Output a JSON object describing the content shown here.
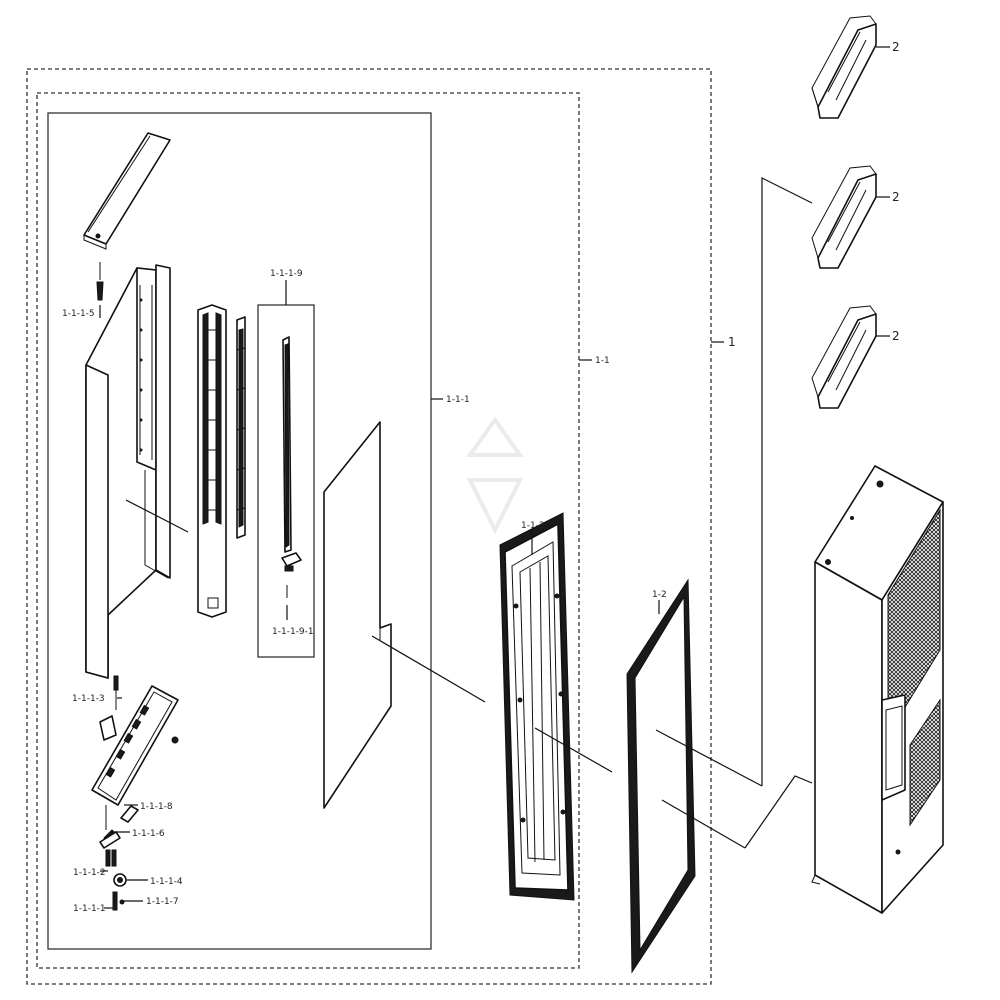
{
  "labels": {
    "assembly": "1",
    "door_assembly": "1-1",
    "door_inner": "1-1-1",
    "liner": "1-1-2",
    "gasket": "1-2",
    "bin_a": "2",
    "bin_b": "2",
    "bin_c": "2",
    "group_9": "1-1-1-9",
    "group_9_1": "1-1-1-9-1",
    "p5": "1-1-1-5",
    "p3": "1-1-1-3",
    "p8": "1-1-1-8",
    "p6": "1-1-1-6",
    "p2": "1-1-1-2",
    "p4": "1-1-1-4",
    "p1": "1-1-1-1",
    "p7": "1-1-1-7"
  }
}
